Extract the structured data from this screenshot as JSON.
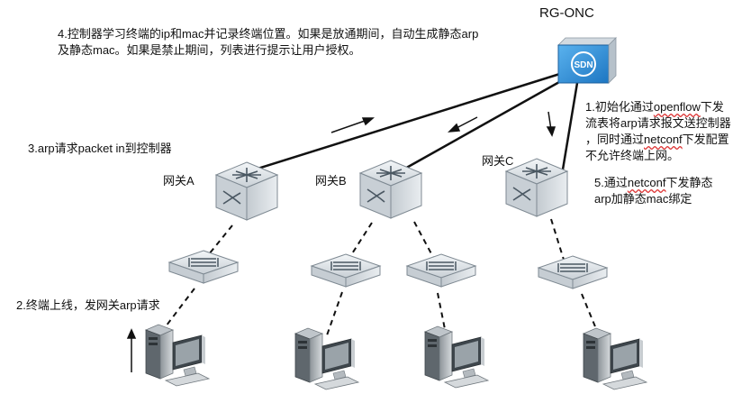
{
  "controller": {
    "name": "RG-ONC",
    "badge": "SDN"
  },
  "gateways": [
    {
      "label": "网关A"
    },
    {
      "label": "网关B"
    },
    {
      "label": "网关C"
    }
  ],
  "notes": {
    "step1_line1_a": "1.初始化通过",
    "step1_line1_b": "openflow",
    "step1_line1_c": "下发",
    "step1_line2": "流表将arp请求报文送控制器",
    "step1_line3_a": "，同时通过",
    "step1_line3_b": "netconf",
    "step1_line3_c": "下发配置",
    "step1_line4": "不允许终端上网。",
    "step2": "2.终端上线，发网关arp请求",
    "step3": "3.arp请求packet in到控制器",
    "step4_line1": "4.控制器学习终端的ip和mac并记录终端位置。如果是放通期间，自动生成静态arp",
    "step4_line2": "及静态mac。如果是禁止期间，列表进行提示让用户授权。",
    "step5_line1_a": "5.通过",
    "step5_line1_b": "netconf",
    "step5_line1_c": "下发静态",
    "step5_line2": "arp加静态mac绑定"
  },
  "colors": {
    "controller_blue": "#2c8fd6",
    "switch_gray": "#d7dde2",
    "line": "#111111"
  }
}
